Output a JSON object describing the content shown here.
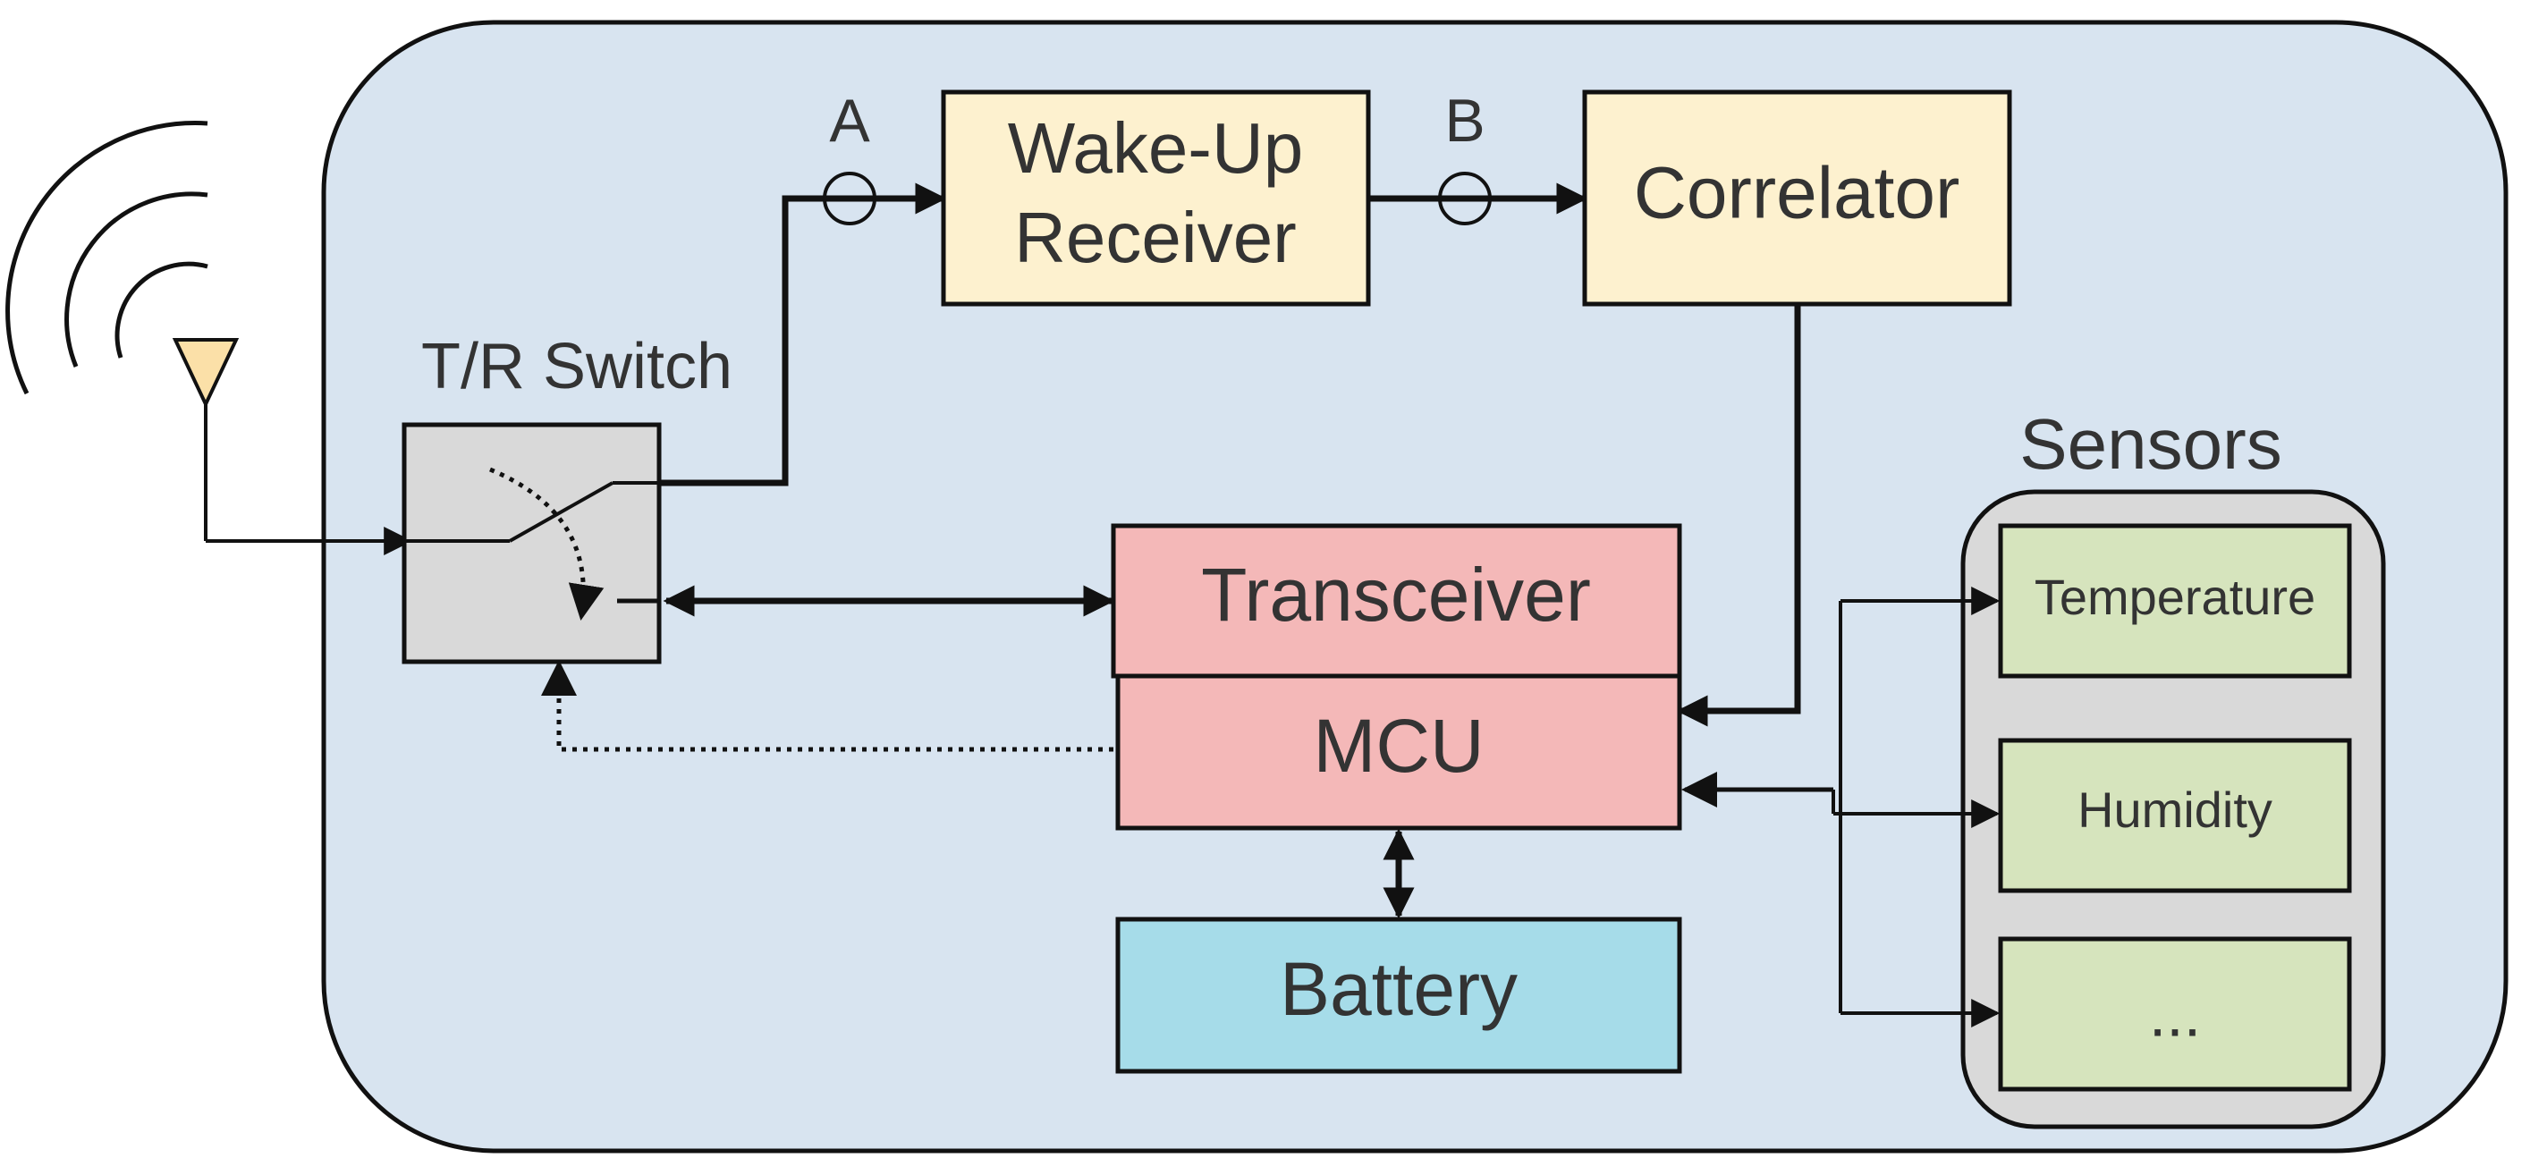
{
  "labels": {
    "tr_switch": "T/R Switch",
    "wakeup_line1": "Wake-Up",
    "wakeup_line2": "Receiver",
    "correlator": "Correlator",
    "transceiver": "Transceiver",
    "mcu": "MCU",
    "battery": "Battery",
    "sensors": "Sensors",
    "temperature": "Temperature",
    "humidity": "Humidity",
    "more_sensors": "...",
    "point_a": "A",
    "point_b": "B"
  },
  "colors": {
    "node_background": "#d8e4f0",
    "wakeup_fill": "#fdf1cf",
    "correlator_fill": "#fdf1cf",
    "transceiver_fill": "#f4b8b8",
    "mcu_fill": "#f4b8b8",
    "battery_fill": "#a6dce9",
    "sensor_group_fill": "#d9d9d9",
    "sensor_fill": "#d6e4bd",
    "switch_fill": "#d9d9d9",
    "antenna_fill": "#fbe0a8",
    "line": "#111111",
    "text": "#333333"
  }
}
